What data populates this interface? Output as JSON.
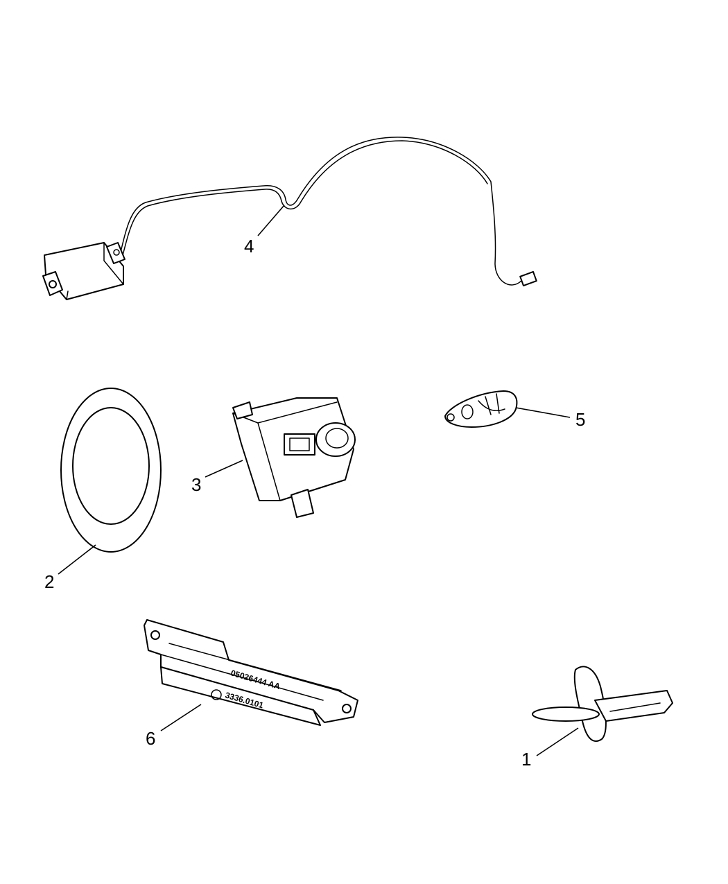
{
  "callouts": [
    {
      "id": "1",
      "label": "1"
    },
    {
      "id": "2",
      "label": "2"
    },
    {
      "id": "3",
      "label": "3"
    },
    {
      "id": "4",
      "label": "4"
    },
    {
      "id": "5",
      "label": "5"
    },
    {
      "id": "6",
      "label": "6"
    }
  ],
  "module_stamp": {
    "part_number": "05026444 AA",
    "code": "3336.0101"
  }
}
